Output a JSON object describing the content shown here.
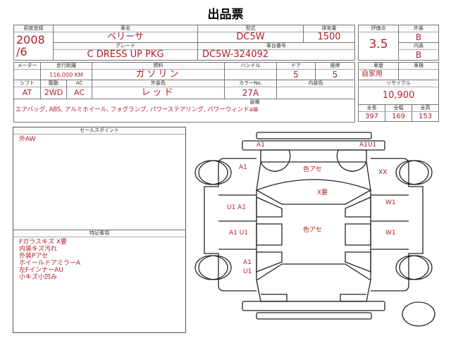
{
  "title": "出品票",
  "registration": {
    "label": "初度登録",
    "value": "2008\n/6",
    "year": "2008",
    "month": "/6"
  },
  "car_name": {
    "label": "車名",
    "value": "ベリーサ"
  },
  "grade": {
    "label": "グレード",
    "value": "C DRESS UP PKG"
  },
  "model": {
    "label": "型式",
    "value": "DC5W"
  },
  "displacement": {
    "label": "排気量",
    "value": "1500"
  },
  "chassis": {
    "label": "車台番号",
    "value": "DC5W-324092"
  },
  "score": {
    "label": "評価点",
    "value": "3.5"
  },
  "exterior": {
    "label": "外装",
    "value": "B"
  },
  "interior": {
    "label": "内装",
    "value": "B"
  },
  "meter": {
    "label": "メーター",
    "value": ""
  },
  "mileage": {
    "label": "走行距離",
    "value": "116,000 KM"
  },
  "fuel": {
    "label": "燃料",
    "value": "ガソリン"
  },
  "handle": {
    "label": "ハンドル",
    "value": ""
  },
  "doors": {
    "label": "ドア",
    "value": "5"
  },
  "seats": {
    "label": "座席",
    "value": "5"
  },
  "history": {
    "label": "車歴",
    "value": "自家用"
  },
  "inspection": {
    "label": "車検",
    "value": ""
  },
  "shift": {
    "label": "シフト",
    "value": "AT"
  },
  "drive": {
    "label": "駆動",
    "value": "2WD"
  },
  "ac": {
    "label": "AC",
    "value": "AC"
  },
  "ext_color": {
    "label": "外装色",
    "value": "レッド"
  },
  "color_no": {
    "label": "カラーNo.",
    "value": "27A"
  },
  "int_color": {
    "label": "内装色",
    "value": ""
  },
  "recycle": {
    "label": "リサイクル",
    "value": "10,900"
  },
  "length": {
    "label": "全長",
    "value": "397"
  },
  "width": {
    "label": "全幅",
    "value": "169"
  },
  "height": {
    "label": "全高",
    "value": "153"
  },
  "equipment": {
    "label": "装備",
    "value": "エアバッグ, ABS, アルミホイール, フォグランプ, パワーステアリング, パワーウィンドa⊠"
  },
  "sales_points": {
    "label": "セールスポイント",
    "lines": [
      "外AW"
    ]
  },
  "notes": {
    "label": "特記事項",
    "lines": [
      "Fガラスキズ X要",
      "内装キズ汚れ",
      "外装Pアセ",
      "ホイールドアミラーA",
      "左FインナーAU",
      "小キズ小凹み"
    ]
  },
  "diagram_marks": [
    "A1",
    "A1U1",
    "A1",
    "色アセ",
    "XX",
    "X要",
    "U1 A1",
    "W1",
    "A1 U1",
    "色アセ",
    "W1",
    "A1",
    "U1"
  ]
}
